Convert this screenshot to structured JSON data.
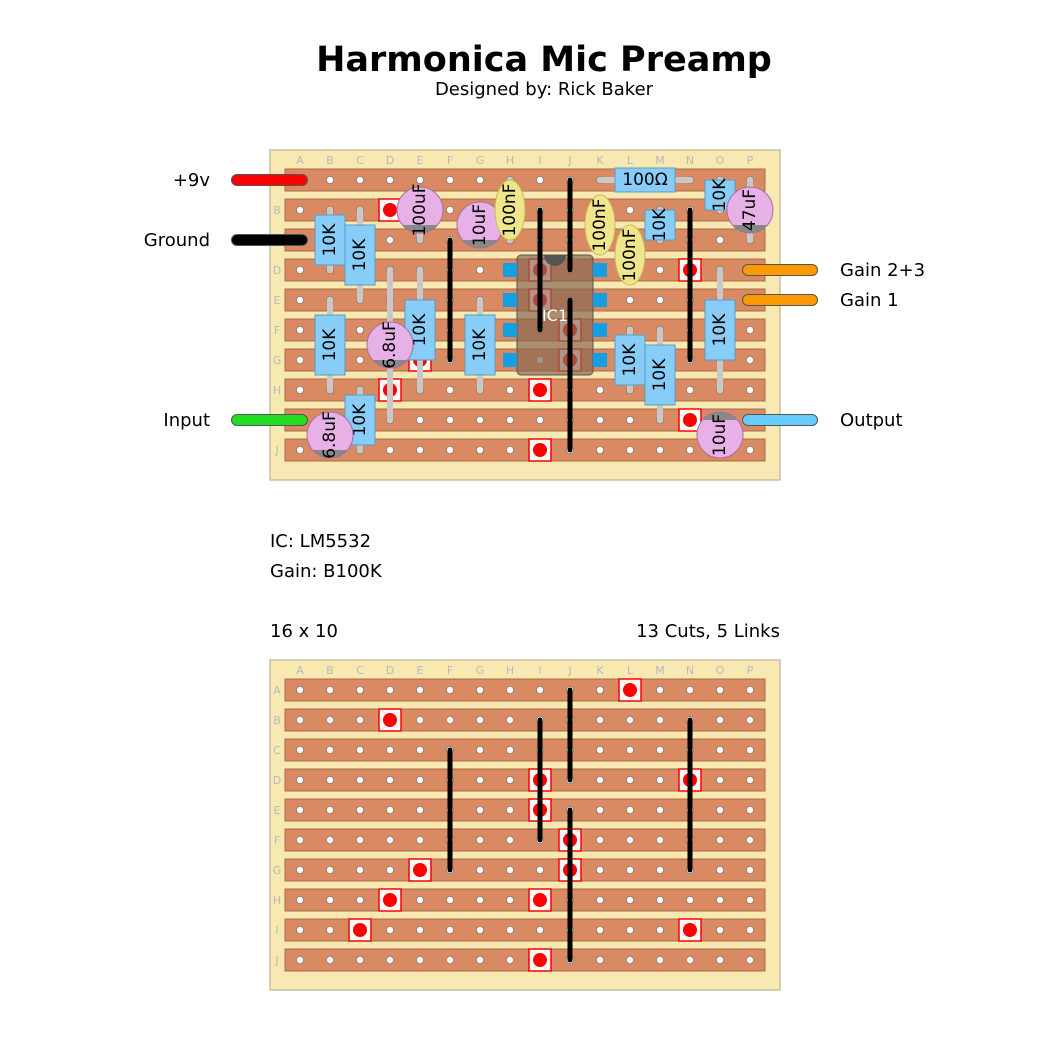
{
  "title": "Harmonica Mic Preamp",
  "subtitle": "Designed by: Rick Baker",
  "notes": {
    "ic": "IC: LM5532",
    "gain": "Gain: B100K"
  },
  "board_size": "16 x 10",
  "cuts_links_summary": "13 Cuts, 5 Links",
  "columns": [
    "A",
    "B",
    "C",
    "D",
    "E",
    "F",
    "G",
    "H",
    "I",
    "J",
    "K",
    "L",
    "M",
    "N",
    "O",
    "P"
  ],
  "rows": [
    "A",
    "B",
    "C",
    "D",
    "E",
    "F",
    "G",
    "H",
    "I",
    "J"
  ],
  "colors": {
    "board": "#f8e9b2",
    "strip": "#d98a62",
    "cut": "#ff0000",
    "link": "#000000",
    "resistor": "#87cdf7",
    "electrolytic": "#e7b0e6",
    "ceramic": "#efe58a",
    "ic": "#8a6a52"
  },
  "cuts": [
    {
      "col": "L",
      "row": "A"
    },
    {
      "col": "D",
      "row": "B"
    },
    {
      "col": "I",
      "row": "D"
    },
    {
      "col": "N",
      "row": "D"
    },
    {
      "col": "I",
      "row": "E"
    },
    {
      "col": "J",
      "row": "F"
    },
    {
      "col": "E",
      "row": "G"
    },
    {
      "col": "J",
      "row": "G"
    },
    {
      "col": "D",
      "row": "H"
    },
    {
      "col": "I",
      "row": "H"
    },
    {
      "col": "C",
      "row": "I"
    },
    {
      "col": "N",
      "row": "I"
    },
    {
      "col": "I",
      "row": "J"
    }
  ],
  "links": [
    {
      "col": "F",
      "from": "C",
      "to": "G"
    },
    {
      "col": "I",
      "from": "B",
      "to": "F"
    },
    {
      "col": "J",
      "from": "A",
      "to": "D"
    },
    {
      "col": "J",
      "from": "E",
      "to": "J"
    },
    {
      "col": "N",
      "from": "B",
      "to": "G"
    }
  ],
  "components": [
    {
      "type": "resistor",
      "label": "10K",
      "col": "B",
      "from": "B",
      "to": "D"
    },
    {
      "type": "resistor",
      "label": "10K",
      "col": "C",
      "from": "B",
      "to": "E"
    },
    {
      "type": "resistor",
      "label": "10K",
      "col": "B",
      "from": "E",
      "to": "H"
    },
    {
      "type": "resistor",
      "label": "10K",
      "col": "C",
      "from": "H",
      "to": "J"
    },
    {
      "type": "resistor",
      "label": "10K",
      "col": "E",
      "from": "D",
      "to": "H"
    },
    {
      "type": "resistor",
      "label": "10K",
      "col": "G",
      "from": "E",
      "to": "H"
    },
    {
      "type": "resistor",
      "label": "10K",
      "col": "L",
      "from": "F",
      "to": "H"
    },
    {
      "type": "resistor",
      "label": "10K",
      "col": "M",
      "from": "F",
      "to": "I"
    },
    {
      "type": "resistor",
      "label": "10K",
      "col": "O",
      "from": "D",
      "to": "H"
    },
    {
      "type": "resistor",
      "label": "10K",
      "col": "M",
      "from": "B",
      "to": "C"
    },
    {
      "type": "resistor",
      "label": "10K",
      "col": "O",
      "from": "A",
      "to": "B"
    },
    {
      "type": "resistor-h",
      "label": "100Ω",
      "row": "A",
      "from": "K",
      "to": "N"
    },
    {
      "type": "electrolytic",
      "label": "100uF",
      "col": "E",
      "from": "B",
      "to": "C"
    },
    {
      "type": "electrolytic",
      "label": "10uF",
      "col": "G",
      "from": "B",
      "to": "C"
    },
    {
      "type": "ceramic",
      "label": "100nF",
      "col": "H",
      "from": "A",
      "to": "C"
    },
    {
      "type": "ceramic",
      "label": "100nF",
      "col": "K",
      "from": "B",
      "to": "C"
    },
    {
      "type": "ceramic",
      "label": "100nF",
      "col": "L",
      "from": "C",
      "to": "D"
    },
    {
      "type": "electrolytic",
      "label": "47uF",
      "col": "P",
      "from": "A",
      "to": "C"
    },
    {
      "type": "electrolytic",
      "label": "6.8uF",
      "col": "D",
      "from": "D",
      "to": "I"
    },
    {
      "type": "electrolytic",
      "label": "6.8uF",
      "col": "B",
      "from": "I",
      "to": "J"
    },
    {
      "type": "electrolytic",
      "label": "10uF",
      "col": "O",
      "from": "I",
      "to": "J",
      "flip": true
    }
  ],
  "ic": {
    "label": "IC1",
    "left_col": "H",
    "right_col": "K",
    "from": "D",
    "to": "G"
  },
  "wires": [
    {
      "label": "+9v",
      "row": "A",
      "side": "left",
      "color": "#ff0000"
    },
    {
      "label": "Ground",
      "row": "C",
      "side": "left",
      "color": "#000000"
    },
    {
      "label": "Input",
      "row": "I",
      "side": "left",
      "color": "#22dd22"
    },
    {
      "label": "Gain 2+3",
      "row": "D",
      "side": "right",
      "color": "#ff9900"
    },
    {
      "label": "Gain 1",
      "row": "E",
      "side": "right",
      "color": "#ff9900"
    },
    {
      "label": "Output",
      "row": "I",
      "side": "right",
      "color": "#66ccff"
    }
  ]
}
